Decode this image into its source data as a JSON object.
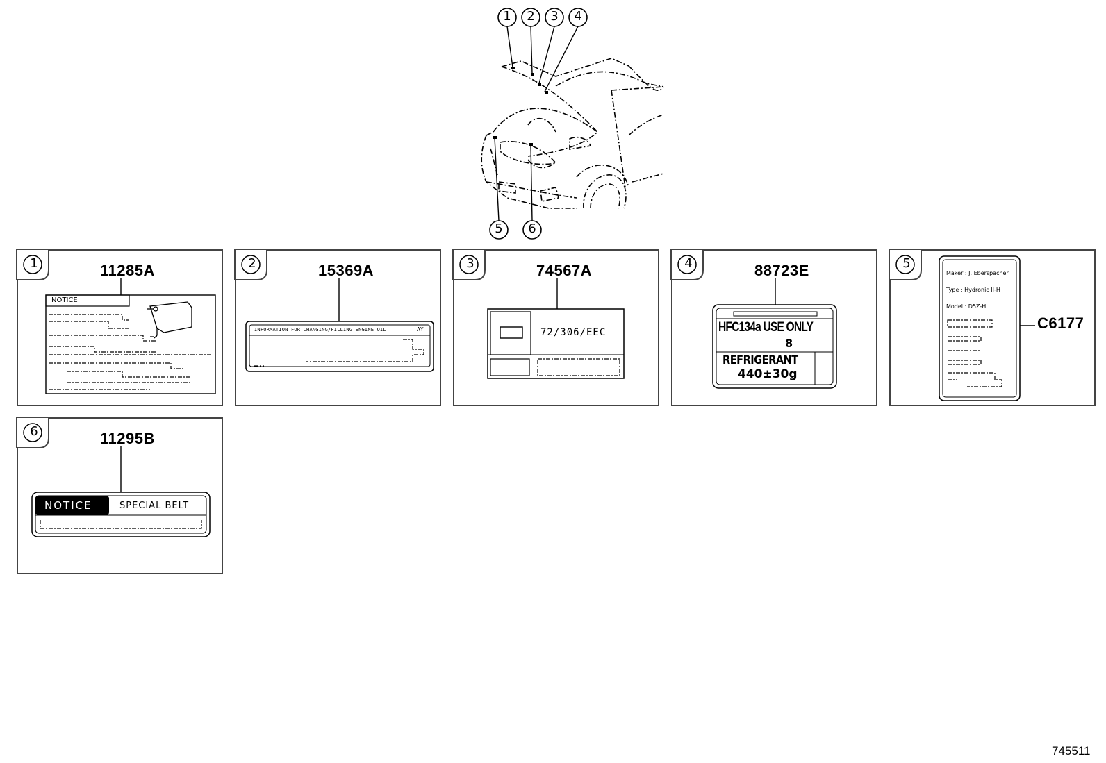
{
  "callouts": [
    "1",
    "2",
    "3",
    "4",
    "5",
    "6"
  ],
  "panels": [
    {
      "num": "1",
      "part": "11285A",
      "label_text": "NOTICE"
    },
    {
      "num": "2",
      "part": "15369A",
      "label_text": "INFORMATION FOR CHANGING/FILLING ENGINE OIL",
      "label_code": "AY"
    },
    {
      "num": "3",
      "part": "74567A",
      "label_text": "72/306/EEC"
    },
    {
      "num": "4",
      "part": "88723E",
      "label_line1": "HFC134a USE ONLY",
      "label_line2": "REFRIGERANT",
      "label_line3": "440±30g",
      "label_oil": "8"
    },
    {
      "num": "5",
      "part": "C6177",
      "maker": "Maker : J. Eberspacher",
      "type": "Type : Hydronic II-H",
      "model": "Model : D5Z-H"
    },
    {
      "num": "6",
      "part": "11295B",
      "notice": "NOTICE",
      "belt": "SPECIAL BELT"
    }
  ],
  "figure_id": "745511"
}
